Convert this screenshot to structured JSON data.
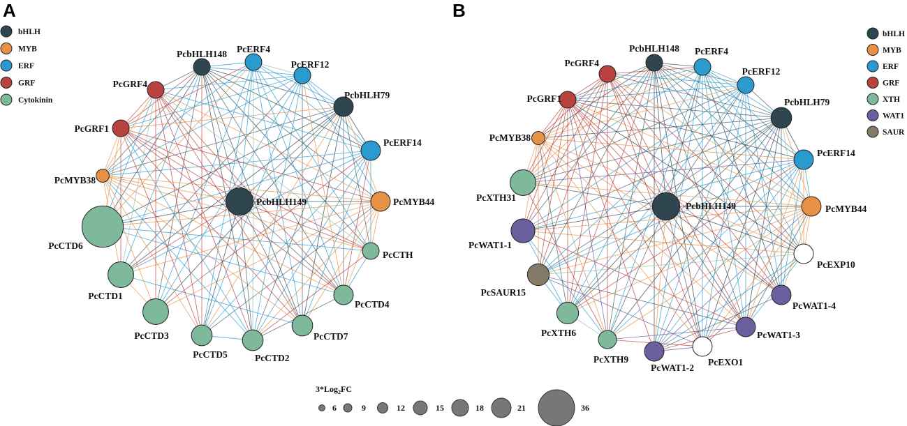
{
  "colors": {
    "bHLH": "#2f4550",
    "MYB": "#e69145",
    "ERF": "#2b9bcf",
    "GRF": "#b9413e",
    "Cytokinin": "#7fb99b",
    "XTH": "#7fb99b",
    "WAT1": "#6b5fa0",
    "SAUR": "#837b68",
    "none": "#ffffff"
  },
  "panels": [
    {
      "id": "A",
      "letter": "A",
      "legend": [
        {
          "label": "bHLH",
          "type": "bHLH"
        },
        {
          "label": "MYB",
          "type": "MYB"
        },
        {
          "label": "ERF",
          "type": "ERF"
        },
        {
          "label": "GRF",
          "type": "GRF"
        },
        {
          "label": "Cytokinin",
          "type": "Cytokinin"
        }
      ],
      "center": {
        "label": "PcbHLH149",
        "type": "bHLH",
        "size": 14
      },
      "nodes": [
        {
          "label": "PcbHLH148",
          "type": "bHLH",
          "size": 4
        },
        {
          "label": "PcERF4",
          "type": "ERF",
          "size": 4
        },
        {
          "label": "PcERF12",
          "type": "ERF",
          "size": 4
        },
        {
          "label": "PcbHLH79",
          "type": "bHLH",
          "size": 6
        },
        {
          "label": "PcERF14",
          "type": "ERF",
          "size": 6
        },
        {
          "label": "PcMYB44",
          "type": "MYB",
          "size": 6
        },
        {
          "label": "PcCTH",
          "type": "Cytokinin",
          "size": 4
        },
        {
          "label": "PcCTD4",
          "type": "Cytokinin",
          "size": 6
        },
        {
          "label": "PcCTD7",
          "type": "Cytokinin",
          "size": 7
        },
        {
          "label": "PcCTD2",
          "type": "Cytokinin",
          "size": 7
        },
        {
          "label": "PcCTD5",
          "type": "Cytokinin",
          "size": 7
        },
        {
          "label": "PcCTD3",
          "type": "Cytokinin",
          "size": 12
        },
        {
          "label": "PcCTD1",
          "type": "Cytokinin",
          "size": 12
        },
        {
          "label": "PcCTD6",
          "type": "Cytokinin",
          "size": 36
        },
        {
          "label": "PcMYB38",
          "type": "MYB",
          "size": 2
        },
        {
          "label": "PcGRF1",
          "type": "GRF",
          "size": 4
        },
        {
          "label": "PcGRF4",
          "type": "GRF",
          "size": 4
        }
      ]
    },
    {
      "id": "B",
      "letter": "B",
      "legend": [
        {
          "label": "bHLH",
          "type": "bHLH"
        },
        {
          "label": "MYB",
          "type": "MYB"
        },
        {
          "label": "ERF",
          "type": "ERF"
        },
        {
          "label": "GRF",
          "type": "GRF"
        },
        {
          "label": "XTH",
          "type": "XTH"
        },
        {
          "label": "WAT1",
          "type": "WAT1"
        },
        {
          "label": "SAUR",
          "type": "SAUR"
        }
      ],
      "center": {
        "label": "PcbHLH149",
        "type": "bHLH",
        "size": 14
      },
      "nodes": [
        {
          "label": "PcbHLH148",
          "type": "bHLH",
          "size": 4
        },
        {
          "label": "PcERF4",
          "type": "ERF",
          "size": 4
        },
        {
          "label": "PcERF12",
          "type": "ERF",
          "size": 4
        },
        {
          "label": "PcbHLH79",
          "type": "bHLH",
          "size": 7
        },
        {
          "label": "PcERF14",
          "type": "ERF",
          "size": 6
        },
        {
          "label": "PcMYB44",
          "type": "MYB",
          "size": 6
        },
        {
          "label": "PcEXP10",
          "type": "none",
          "size": 6
        },
        {
          "label": "PcWAT1-4",
          "type": "WAT1",
          "size": 6
        },
        {
          "label": "PcWAT1-3",
          "type": "WAT1",
          "size": 6
        },
        {
          "label": "PcEXO1",
          "type": "none",
          "size": 6
        },
        {
          "label": "PcWAT1-2",
          "type": "WAT1",
          "size": 6
        },
        {
          "label": "PcXTH9",
          "type": "XTH",
          "size": 5
        },
        {
          "label": "PcXTH6",
          "type": "XTH",
          "size": 8
        },
        {
          "label": "PcSAUR15",
          "type": "SAUR",
          "size": 8
        },
        {
          "label": "PcWAT1-1",
          "type": "WAT1",
          "size": 10
        },
        {
          "label": "PcXTH31",
          "type": "XTH",
          "size": 12
        },
        {
          "label": "PcMYB38",
          "type": "MYB",
          "size": 2
        },
        {
          "label": "PcGRF1",
          "type": "GRF",
          "size": 4
        },
        {
          "label": "PcGRF4",
          "type": "GRF",
          "size": 4
        }
      ]
    }
  ],
  "size_legend": {
    "title_main": "3*Log",
    "title_sub": "2",
    "title_end": "FC",
    "items": [
      {
        "label": "6",
        "size": 6
      },
      {
        "label": "9",
        "size": 9
      },
      {
        "label": "12",
        "size": 12
      },
      {
        "label": "15",
        "size": 15
      },
      {
        "label": "18",
        "size": 18
      },
      {
        "label": "21",
        "size": 21
      },
      {
        "label": "36",
        "size": 36
      }
    ]
  }
}
